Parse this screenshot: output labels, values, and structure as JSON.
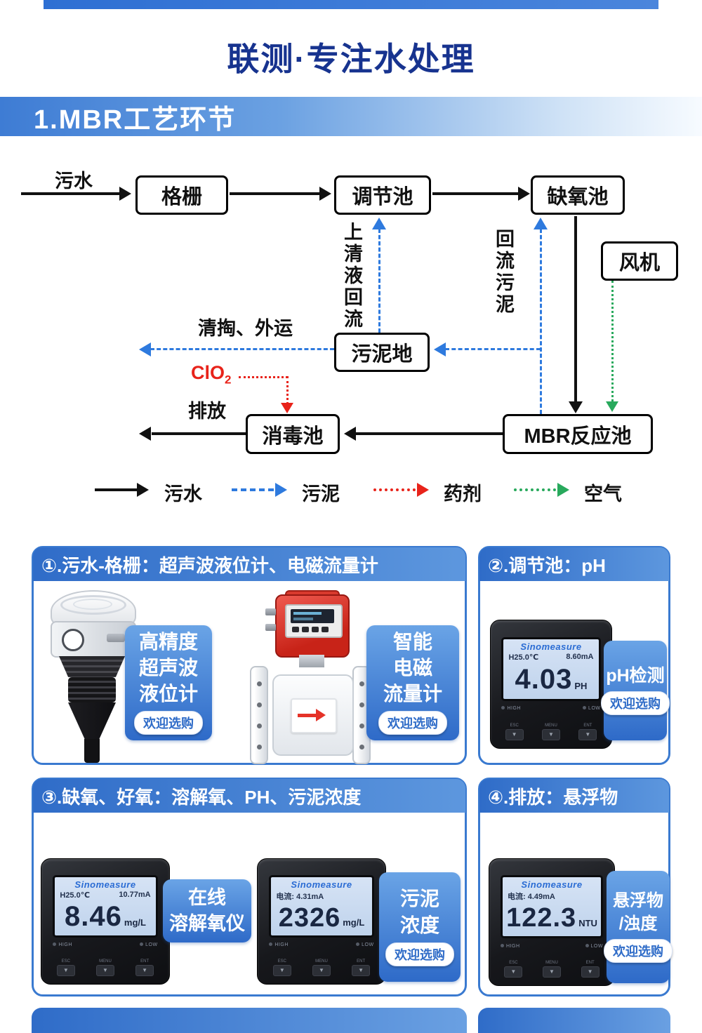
{
  "header": {
    "title": "联测·专注水处理"
  },
  "banner": {
    "label": "1.MBR工艺环节"
  },
  "diagram": {
    "inflow": "污水",
    "boxes": {
      "grid": "格栅",
      "regulating": "调节池",
      "anoxic": "缺氧池",
      "fan": "风机",
      "sludge_pool": "污泥地",
      "disinfection": "消毒池",
      "mbr": "MBR反应池"
    },
    "labels": {
      "supernatant_return": "上清液回流",
      "sludge_return": "回流污泥",
      "cleanout": "清掏、外运",
      "clo2": "ClO",
      "clo2_sub": "2",
      "discharge": "排放"
    },
    "legend": [
      {
        "label": "污水",
        "style": "solid-black"
      },
      {
        "label": "污泥",
        "style": "dashed-blue"
      },
      {
        "label": "药剂",
        "style": "dotted-red"
      },
      {
        "label": "空气",
        "style": "dotted-green"
      }
    ]
  },
  "cards": [
    {
      "header": "①.污水-格栅：超声波液位计、电磁流量计",
      "promos": [
        {
          "lines": [
            "高精度",
            "超声波",
            "液位计"
          ],
          "button": "欢迎选购"
        },
        {
          "lines": [
            "智能",
            "电磁",
            "流量计"
          ],
          "button": "欢迎选购"
        }
      ]
    },
    {
      "header": "②.调节池：pH",
      "device": {
        "brand": "Sinomeasure",
        "left": "H25.0℃",
        "right": "8.60mA",
        "value": "4.03",
        "unit": "PH"
      },
      "promo": {
        "lines": [
          "pH检测"
        ],
        "button": "欢迎选购"
      }
    },
    {
      "header": "③.缺氧、好氧：溶解氧、PH、污泥浓度",
      "devices": [
        {
          "brand": "Sinomeasure",
          "left": "H25.0℃",
          "right": "10.77mA",
          "value": "8.46",
          "unit": "mg/L"
        },
        {
          "brand": "Sinomeasure",
          "left": "电流: 4.31mA",
          "right": "",
          "value": "2326",
          "unit": "mg/L"
        }
      ],
      "promos": [
        {
          "lines": [
            "在线",
            "溶解氧仪"
          ]
        },
        {
          "lines": [
            "污泥",
            "浓度"
          ],
          "button": "欢迎选购"
        }
      ]
    },
    {
      "header": "④.排放：悬浮物",
      "device": {
        "brand": "Sinomeasure",
        "left": "电流: 4.49mA",
        "right": "",
        "value": "122.3",
        "unit": "NTU"
      },
      "promo": {
        "lines": [
          "悬浮物",
          "/浊度"
        ],
        "button": "欢迎选购"
      }
    }
  ],
  "device_ui": {
    "high": "HIGH",
    "low": "LOW",
    "esc": "ESC",
    "menu": "MENU",
    "ent": "ENT",
    "btn": "▼"
  }
}
